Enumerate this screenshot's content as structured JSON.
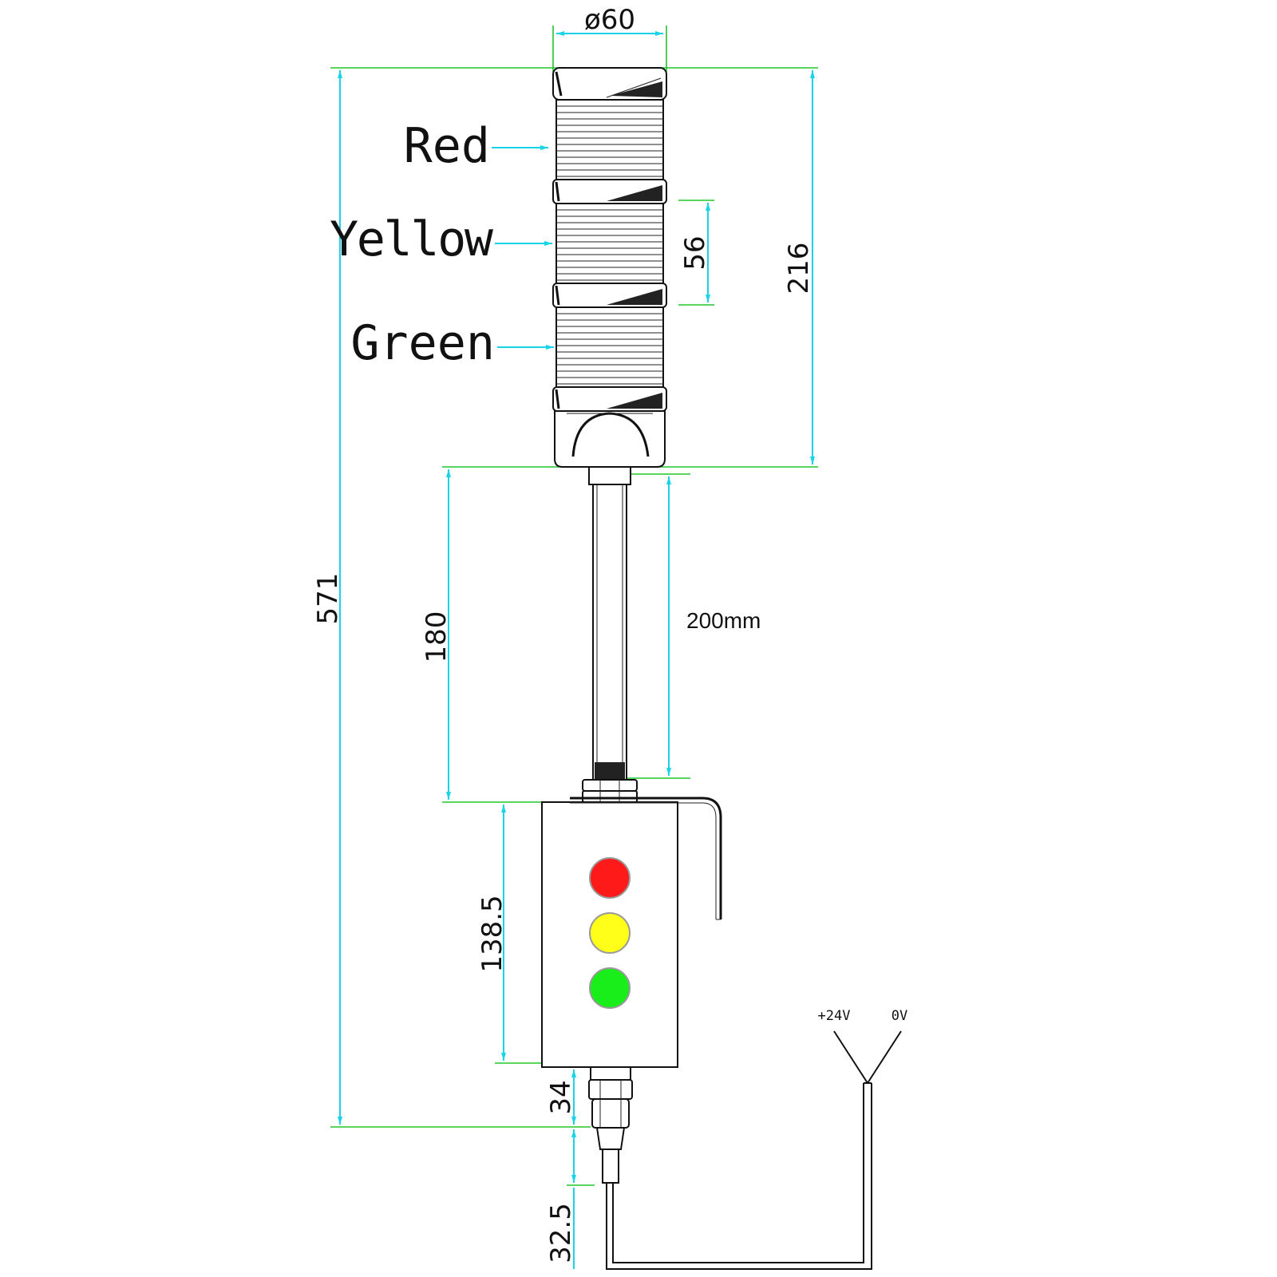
{
  "labels": {
    "red": "Red",
    "yellow": "Yellow",
    "green": "Green"
  },
  "dimensions": {
    "diameter": "ø60",
    "tier_height": "56",
    "tower_height": "216",
    "overall_height": "571",
    "pole_height": "180",
    "pole_length": "200mm",
    "box_height": "138.5",
    "gland_height": "34",
    "cable_exit": "32.5"
  },
  "wiring": {
    "positive": "+24V",
    "ground": "0V"
  },
  "colors": {
    "red_lamp": "#ff1a1a",
    "yellow_lamp": "#ffff1a",
    "green_lamp": "#1aee1a",
    "dimension_line": "#19d3e8",
    "extension_line": "#22c52a"
  }
}
